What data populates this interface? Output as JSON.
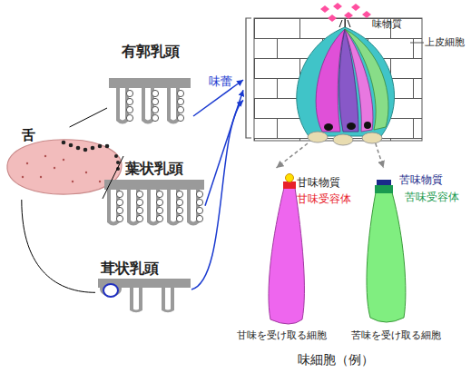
{
  "diagram": {
    "caption": "味細胞（例）",
    "nodes": [
      {
        "text": [
          "舌"
        ]
      },
      {
        "text": [
          "有郭乳頭"
        ]
      },
      {
        "text": [
          "葉状乳頭"
        ]
      },
      {
        "text": [
          "茸状乳頭"
        ]
      },
      {
        "text": [
          "味蕾"
        ]
      },
      {
        "text": [
          "甘味を受け取る細胞"
        ]
      },
      {
        "text": [
          "苦味を受け取る細胞"
        ]
      }
    ],
    "edges": [
      {
        "from": 0,
        "to": 1,
        "arrow": "none"
      },
      {
        "from": 0,
        "to": 2,
        "arrow": "none"
      },
      {
        "from": 0,
        "to": 3,
        "arrow": "none"
      },
      {
        "from": 1,
        "to": 4,
        "arrow": "to"
      },
      {
        "from": 2,
        "to": 4,
        "arrow": "to"
      },
      {
        "from": 3,
        "to": 4,
        "arrow": "to"
      },
      {
        "from": 4,
        "to": 5,
        "arrow": "to"
      },
      {
        "from": 4,
        "to": 6,
        "arrow": "to"
      }
    ],
    "labels": [
      "味物質",
      "上皮細胞",
      "甘味物質",
      "甘味受容体",
      "苦味物質",
      "苦味受容体"
    ]
  }
}
